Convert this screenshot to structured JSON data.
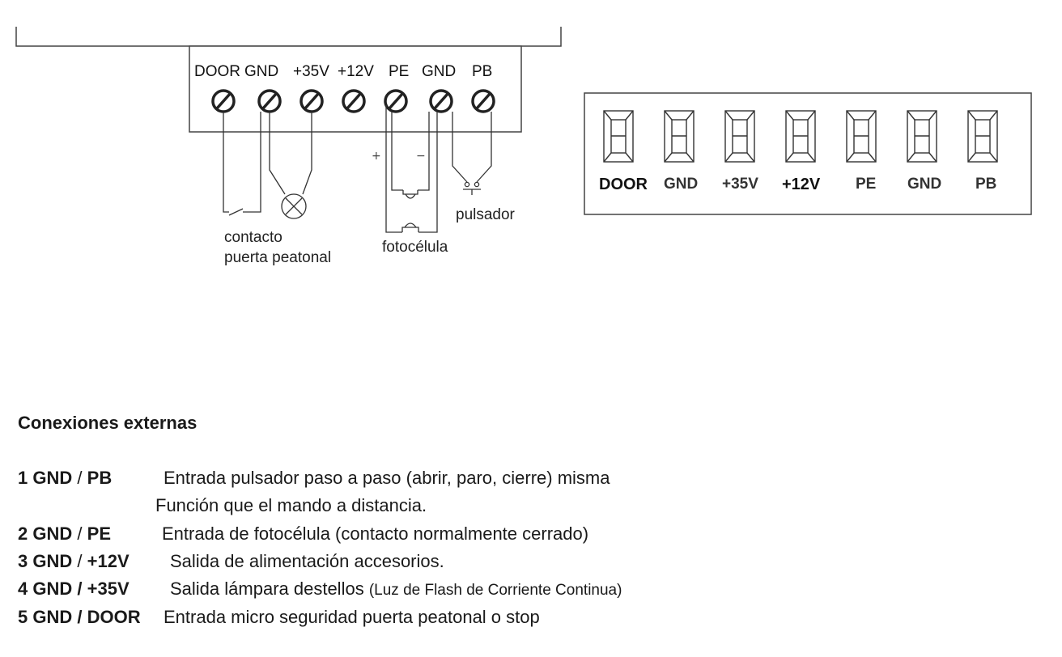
{
  "wiring": {
    "terminals": [
      "DOOR",
      "GND",
      "+35V",
      "+12V",
      "PE",
      "GND",
      "PB"
    ],
    "plus_sign": "+",
    "minus_sign": "−",
    "label_contact_line1": "contacto",
    "label_contact_line2": "puerta peatonal",
    "label_photocell": "fotocélula",
    "label_button": "pulsador"
  },
  "connector": {
    "pins": [
      "DOOR",
      "GND",
      "+35V",
      "+12V",
      "PE",
      "GND",
      "PB"
    ]
  },
  "connections": {
    "title": "Conexiones externas",
    "items": [
      {
        "num": "1",
        "pair_a": "GND",
        "sep": "/",
        "pair_b": "PB",
        "desc": "Entrada pulsador paso a paso (abrir, paro, cierre) misma",
        "desc2": "Función que el mando a distancia."
      },
      {
        "num": "2",
        "pair_a": "GND",
        "sep": "/",
        "pair_b": "PE",
        "desc": "Entrada de fotocélula (contacto normalmente cerrado)"
      },
      {
        "num": "3",
        "pair_a": "GND",
        "sep": "/",
        "pair_b": "+12V",
        "desc": "Salida de alimentación accesorios."
      },
      {
        "num": "4",
        "pair_a": "GND",
        "sep": "/",
        "pair_b": "+35V",
        "desc": "Salida lámpara destellos",
        "desc_small": "(Luz de Flash de Corriente Continua)"
      },
      {
        "num": "5",
        "pair_a": "GND",
        "sep": "/",
        "pair_b": "DOOR",
        "desc": "Entrada micro seguridad puerta peatonal o stop"
      }
    ]
  }
}
